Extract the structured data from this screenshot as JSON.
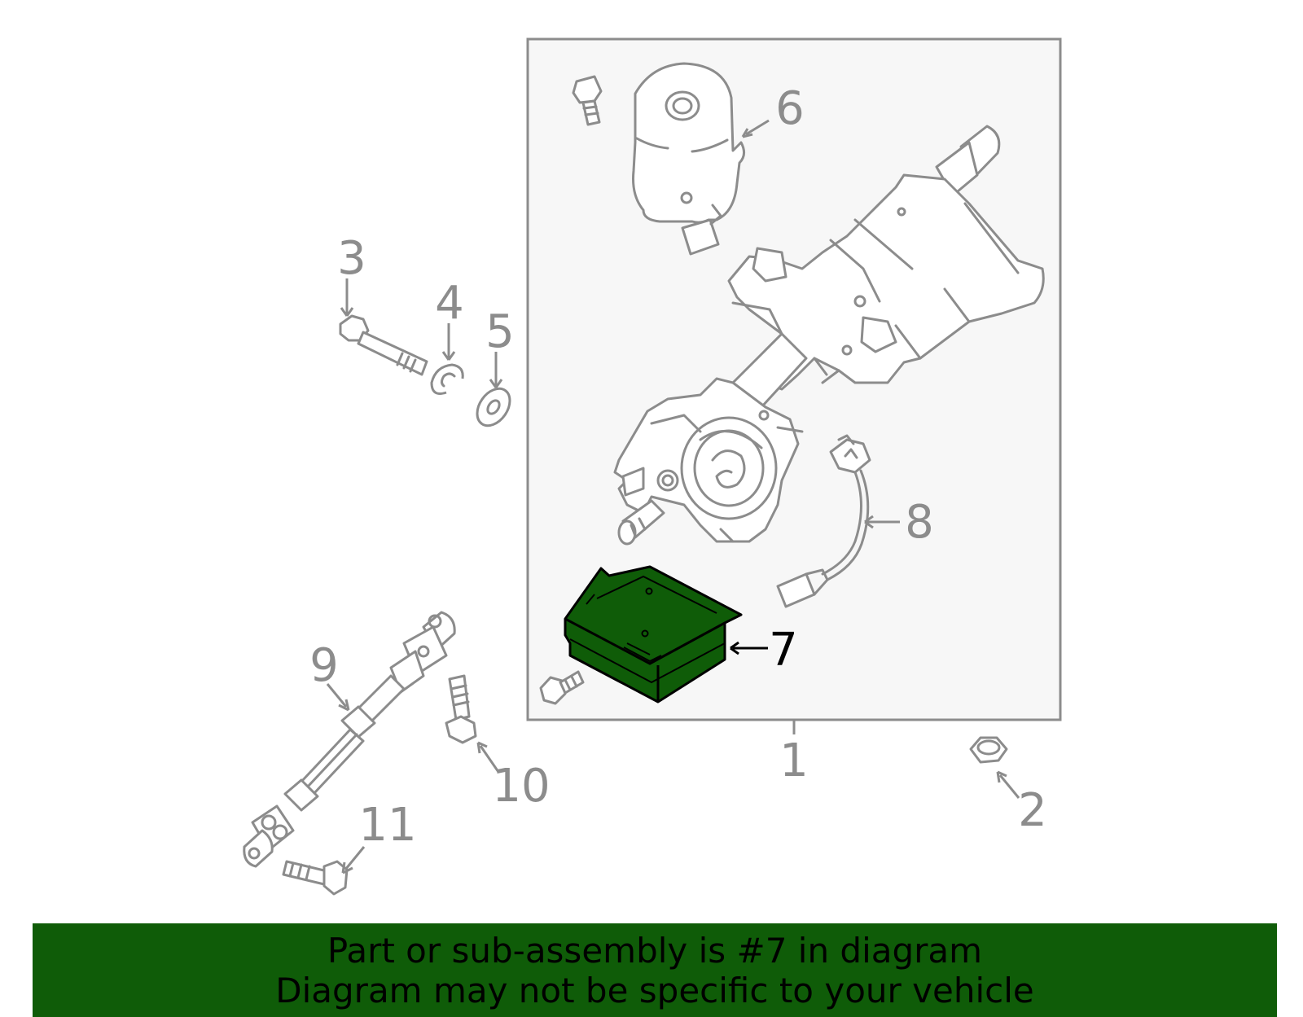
{
  "callouts": {
    "c1": "1",
    "c2": "2",
    "c3": "3",
    "c4": "4",
    "c5": "5",
    "c6": "6",
    "c7": "7",
    "c8": "8",
    "c9": "9",
    "c10": "10",
    "c11": "11"
  },
  "highlight": {
    "part_number": "7",
    "color": "#0f5c08"
  },
  "banner": {
    "line1": "Part or sub-assembly is #7 in diagram",
    "line2": "Diagram may not be specific to your vehicle",
    "background": "#0f5c08"
  },
  "colors": {
    "line": "#8c8c8c",
    "panel": "#f7f7f7",
    "highlight_part": "#0f5c08"
  }
}
